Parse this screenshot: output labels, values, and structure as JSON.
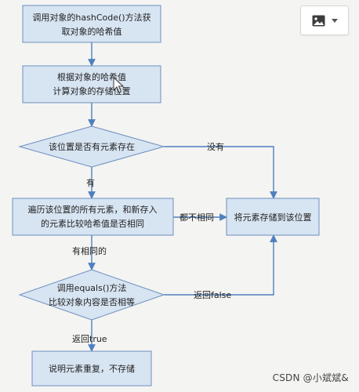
{
  "nodes": [
    {
      "id": "n1",
      "shape": "rect",
      "lines": [
        "调用对象的hashCode()方法获",
        "取对象的哈希值"
      ]
    },
    {
      "id": "n2",
      "shape": "rect",
      "lines": [
        "根据对象的哈希值",
        "计算对象的存储位置"
      ]
    },
    {
      "id": "n3",
      "shape": "diamond",
      "lines": [
        "该位置是否有元素存在"
      ]
    },
    {
      "id": "n4",
      "shape": "rect",
      "lines": [
        "遍历该位置的所有元素，和新存入",
        "的元素比较哈希值是否相同"
      ]
    },
    {
      "id": "n5",
      "shape": "rect",
      "lines": [
        "将元素存储到该位置"
      ]
    },
    {
      "id": "n6",
      "shape": "diamond",
      "lines": [
        "调用equals()方法",
        "比较对象内容是否相等"
      ]
    },
    {
      "id": "n7",
      "shape": "rect",
      "lines": [
        "说明元素重复，不存储"
      ]
    }
  ],
  "edges": [
    {
      "from": "n1",
      "to": "n2",
      "label": ""
    },
    {
      "from": "n2",
      "to": "n3",
      "label": ""
    },
    {
      "from": "n3",
      "to": "n4",
      "label": "有"
    },
    {
      "from": "n3",
      "to": "n5",
      "label": "没有"
    },
    {
      "from": "n4",
      "to": "n5",
      "label": "都不相同"
    },
    {
      "from": "n4",
      "to": "n6",
      "label": "有相同的"
    },
    {
      "from": "n6",
      "to": "n5",
      "label": "返回false"
    },
    {
      "from": "n6",
      "to": "n7",
      "label": "返回true"
    }
  ],
  "colors": {
    "node_fill": "#d7e4f2",
    "node_stroke": "#6b8fbf",
    "arrow": "#4f7fbf"
  },
  "toolbar": {
    "image_button_icon": "image-icon",
    "dropdown_icon": "chevron-down-icon"
  },
  "watermark": "CSDN @小斌斌&"
}
